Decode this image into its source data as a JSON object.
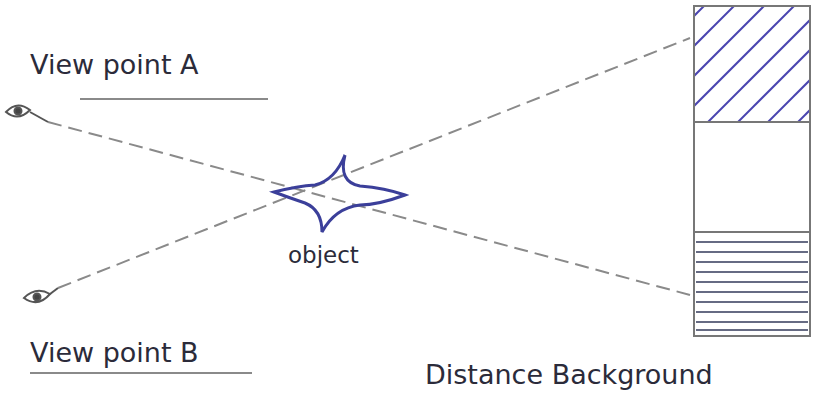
{
  "diagram": {
    "labels": [
      "View point A",
      "View point B",
      "object",
      "Distance Background"
    ]
  }
}
